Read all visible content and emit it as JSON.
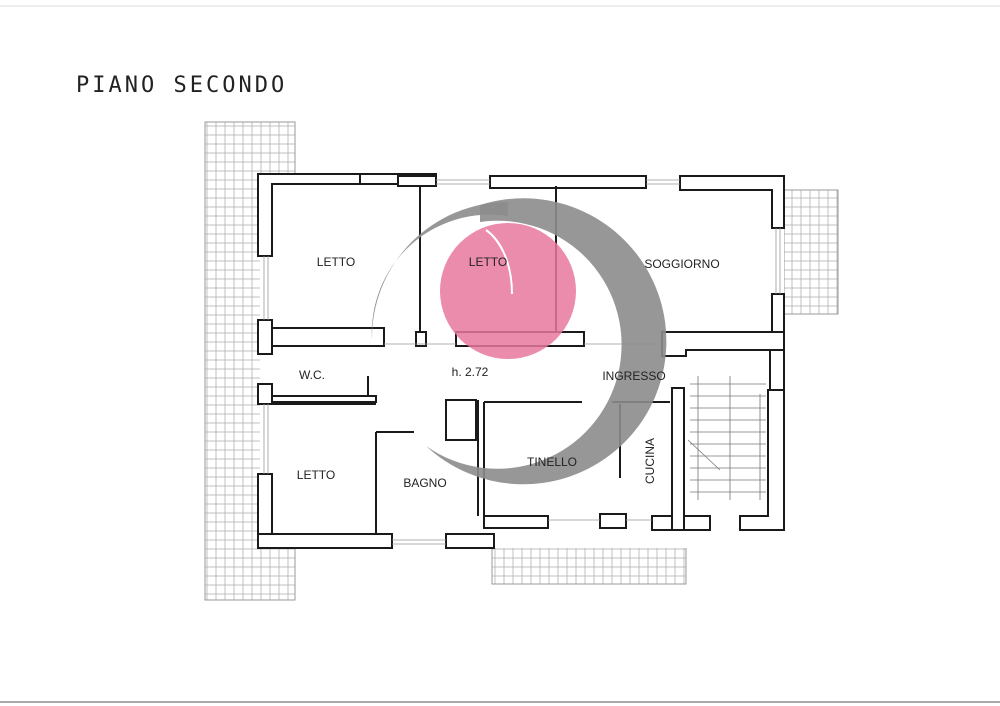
{
  "title": "PIANO SECONDO",
  "height_note": "h. 2.72",
  "rooms": {
    "letto_1": "LETTO",
    "letto_2": "LETTO",
    "letto_3": "LETTO",
    "soggiorno": "SOGGIORNO",
    "wc": "W.C.",
    "ingresso": "INGRESSO",
    "bagno": "BAGNO",
    "tinello": "TINELLO",
    "cucina": "CUCINA"
  },
  "colors": {
    "logo_pink": "#e8789f",
    "logo_gray": "#8c8c8c",
    "wall": "#1a1a1a"
  },
  "icons": {
    "logo": "watermark-logo"
  }
}
